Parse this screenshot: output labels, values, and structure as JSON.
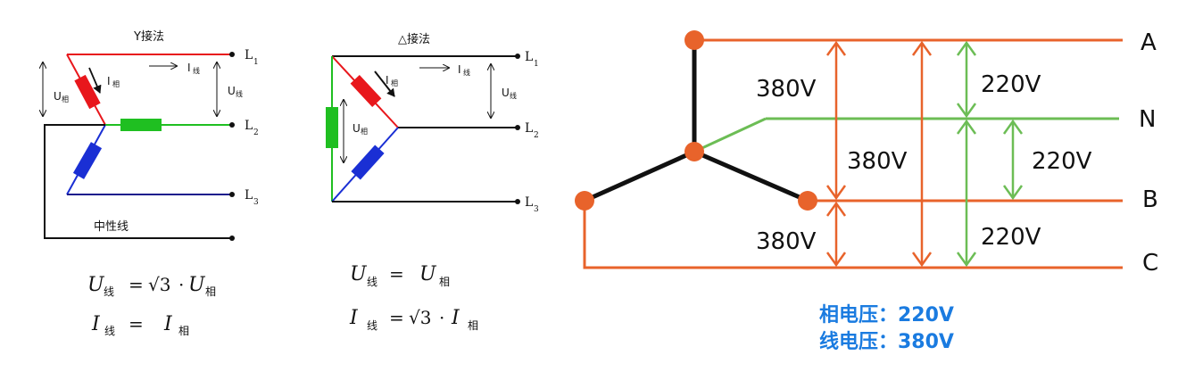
{
  "left_diagram": {
    "y_title": "Y接法",
    "delta_title": "△接法",
    "line_labels": {
      "l1": "L",
      "l1_sub": "1",
      "l2": "L",
      "l2_sub": "2",
      "l3": "L",
      "l3_sub": "3"
    },
    "neutral_label": "中性线",
    "u": "U",
    "i": "I",
    "sub_phase": "相",
    "sub_line": "线",
    "y_formula": {
      "u_line": "U",
      "u_line_sub": "线",
      "eq": "=",
      "sqrt3": "√3",
      "dot": "·",
      "u_phase": "U",
      "u_phase_sub": "相",
      "i_line": "I",
      "i_line_sub": "线",
      "eq2": "=",
      "i_phase": "I",
      "i_phase_sub": "相"
    },
    "delta_formula": {
      "u_line": "U",
      "u_line_sub": "线",
      "eq": "=",
      "u_phase": "U",
      "u_phase_sub": "相",
      "i_line": "I",
      "i_line_sub": "线",
      "eq2": "=",
      "sqrt3": "√3",
      "dot": "·",
      "i_phase": "I",
      "i_phase_sub": "相"
    },
    "colors": {
      "red": "#e8171c",
      "green": "#1fbf21",
      "blue": "#1a2fd4",
      "navy": "#1a1a8c",
      "black": "#111111"
    }
  },
  "right_diagram": {
    "lines": [
      "A",
      "N",
      "B",
      "C"
    ],
    "voltages": {
      "ab": "380V",
      "bc": "380V",
      "ac": "380V",
      "an": "220V",
      "nb": "220V",
      "nc": "220V"
    },
    "summary": {
      "phase_voltage": "相电压：220V",
      "line_voltage": "线电压：380V"
    },
    "colors": {
      "orange": "#e8632b",
      "green": "#6cbd55",
      "black": "#111111",
      "blue": "#1a7be0"
    }
  }
}
